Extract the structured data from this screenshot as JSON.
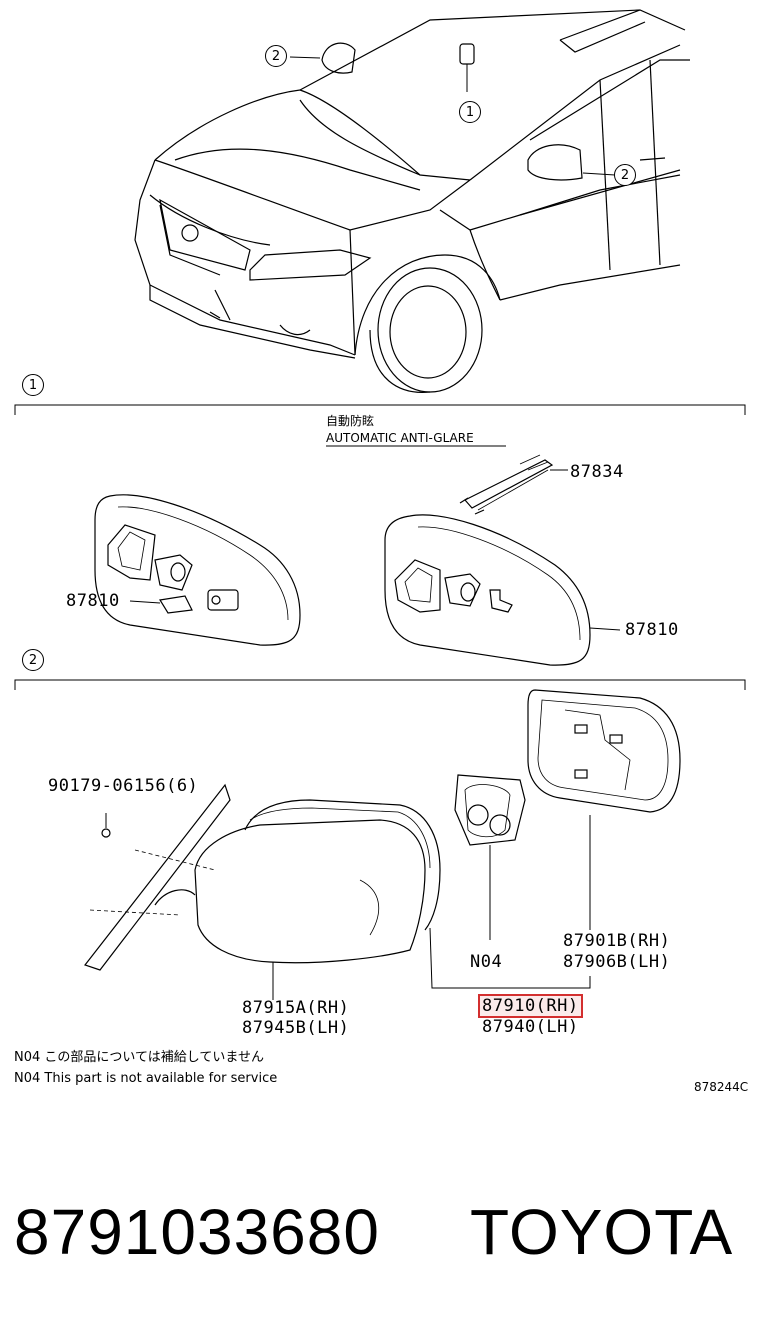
{
  "callouts": {
    "top_left": "2",
    "top_mid": "1",
    "top_right": "2",
    "section1": "1",
    "section2": "2"
  },
  "section1": {
    "title_jp": "自動防眩",
    "title_en": "AUTOMATIC ANTI-GLARE",
    "part_87834": "87834",
    "part_87810_left": "87810",
    "part_87810_right": "87810"
  },
  "section2": {
    "part_screw": "90179-06156(6)",
    "part_glass_rh": "87901B(RH)",
    "part_glass_lh": "87906B(LH)",
    "part_n04": "N04",
    "part_cover_rh": "87915A(RH)",
    "part_cover_lh": "87945B(LH)",
    "part_assy_rh": "87910(RH)",
    "part_assy_lh": "87940(LH)"
  },
  "notes": {
    "jp": "N04 この部品については補給していません",
    "en": "N04 This part is not available for service",
    "diagram_code": "878244C"
  },
  "footer": {
    "part_number": "8791033680",
    "brand": "TOYOTA"
  },
  "colors": {
    "highlight": "#d32f2f",
    "line": "#000000"
  }
}
